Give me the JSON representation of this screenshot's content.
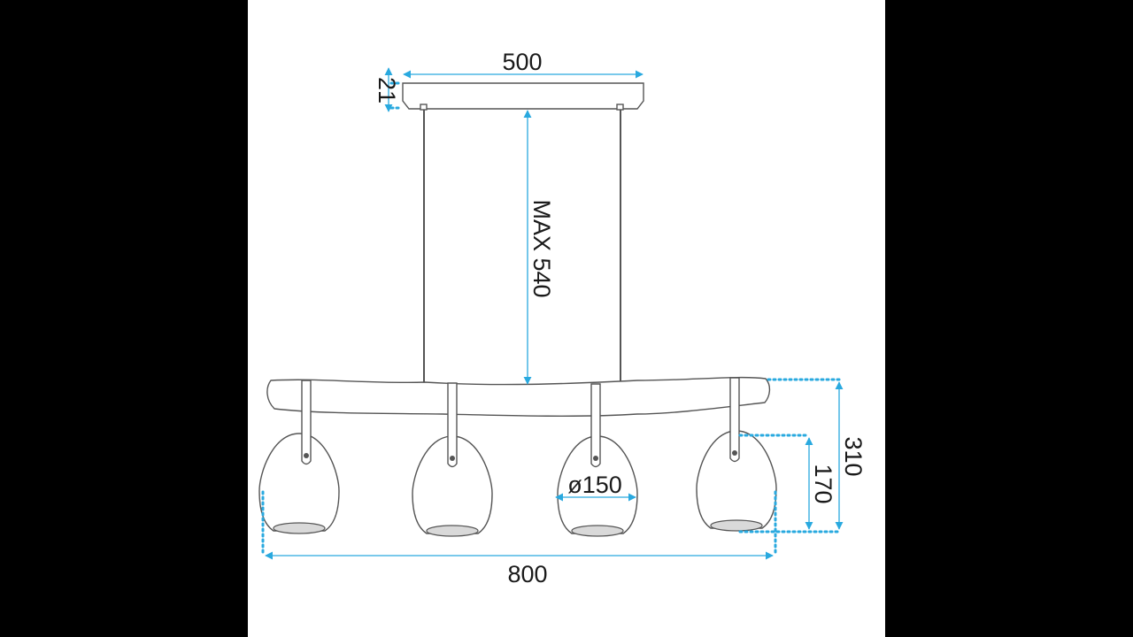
{
  "dimensions": {
    "canopy_width": "500",
    "canopy_height": "21",
    "max_drop": "MAX 540",
    "total_height": "310",
    "shade_height": "170",
    "shade_diameter": "ø150",
    "total_width": "800"
  },
  "colors": {
    "background": "#000000",
    "canvas": "#ffffff",
    "dimension_line": "#29a9df",
    "outline": "#555555"
  }
}
